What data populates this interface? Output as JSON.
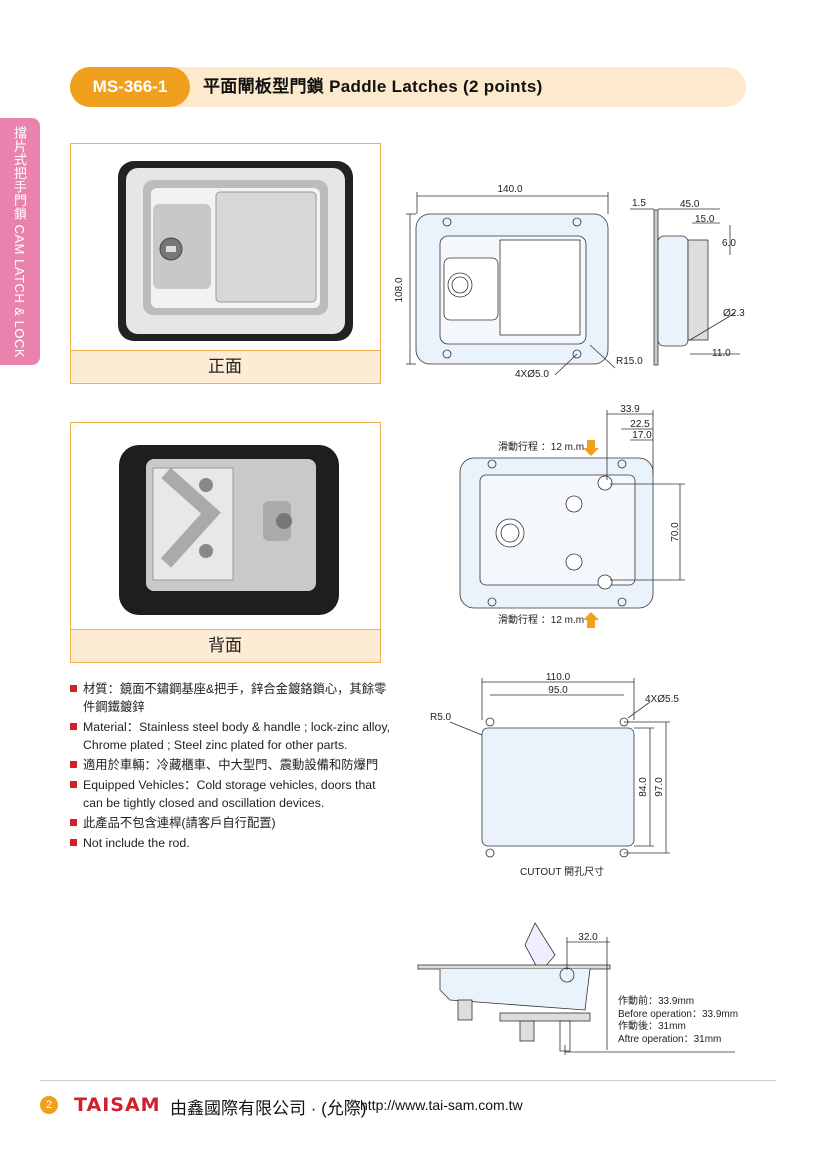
{
  "header": {
    "model": "MS-366-1",
    "title": "平面閘板型門鎖  Paddle Latches (2 points)"
  },
  "side_tab": {
    "label": "擋片式把手門鎖  CAM LATCH & LOCK"
  },
  "photos": [
    {
      "caption": "正面"
    },
    {
      "caption": "背面"
    }
  ],
  "bullets": [
    "材質：鏡面不鏽鋼基座&把手，鋅合金鍍鉻鎖心，其餘零件鋼鐵鍍鋅",
    "Material：Stainless steel body & handle ; lock-zinc alloy, Chrome plated ; Steel zinc plated for other parts.",
    "適用於車輛：冷藏櫃車、中大型門、震動設備和防爆門",
    "Equipped Vehicles：Cold storage vehicles, doors that can be tightly closed and oscillation devices.",
    "此產品不包含連桿(請客戶自行配置)",
    "Not include the rod."
  ],
  "front_drawing": {
    "width": "140.0",
    "height": "108.0",
    "holes": "4XØ5.0",
    "radius": "R15.0",
    "thickness": "1.5",
    "depth": "45.0",
    "offset": "15.0",
    "tab": "6.0",
    "pin": "Ø2.3",
    "pin_offset": "11.0"
  },
  "back_drawing": {
    "d1": "33.9",
    "d2": "22.5",
    "d3": "17.0",
    "span": "70.0",
    "stroke_top": "滑動行程 ：12 m.m",
    "stroke_bottom": "滑動行程 ：12 m.m"
  },
  "cutout": {
    "w_outer": "110.0",
    "w_inner": "95.0",
    "holes": "4XØ5.5",
    "radius": "R5.0",
    "h_inner": "84.0",
    "h_outer": "97.0",
    "label": "CUTOUT 開孔尺寸"
  },
  "side_view": {
    "dim": "32.0",
    "notes": [
      "作動前：33.9mm",
      "Before operation：33.9mm",
      "作動後：31mm",
      "Aftre operation：31mm"
    ]
  },
  "footer": {
    "page": "2",
    "brand": "TAISAM",
    "company": "由鑫國際有限公司 · (允際)",
    "url": "http://www.tai-sam.com.tw"
  },
  "colors": {
    "accent": "#f0a01e",
    "band": "#fde9cc",
    "side_tab": "#e983ad",
    "bullet": "#d0202a"
  }
}
